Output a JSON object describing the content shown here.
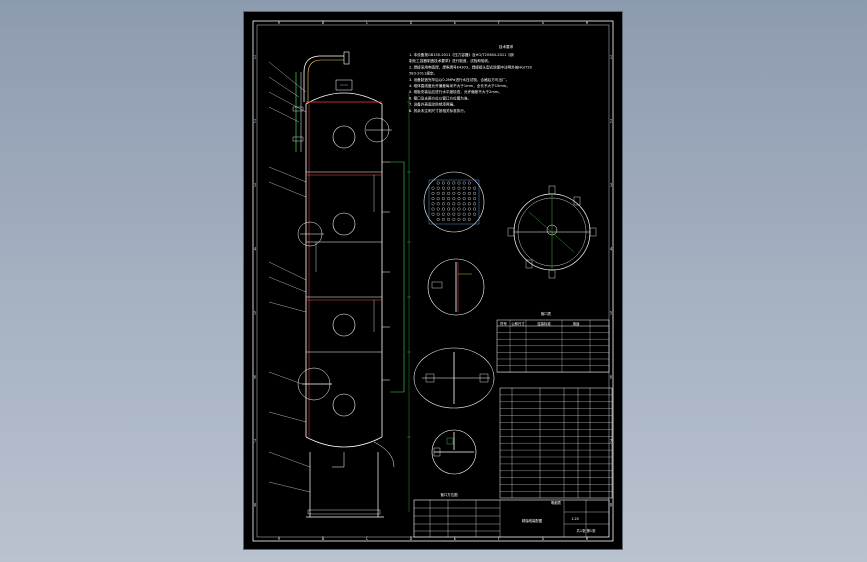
{
  "drawing": {
    "zone_letters_top": [
      "A",
      "B",
      "C",
      "D",
      "E",
      "F",
      "G",
      "H"
    ],
    "zone_letters_bottom": [
      "A",
      "B",
      "C",
      "D",
      "E",
      "F",
      "G",
      "H"
    ],
    "zone_numbers_left": [
      "1",
      "2",
      "3",
      "4",
      "5",
      "6",
      "7",
      "8"
    ],
    "zone_numbers_right": [
      "1",
      "2",
      "3",
      "4",
      "5",
      "6",
      "7",
      "8"
    ],
    "notes_title": "技术要求",
    "notes": [
      "1. 本设备按GB150-2011《压力容器》及HG/T20584-2011《钢制化工容器制造技术要求》进行制造、试验和验收。",
      "2. 焊接采用电弧焊，焊条牌号E4303，焊接接头型式除图中注明外按HG/T20583-2011规定。",
      "3. 设备制造完毕后以0.2MPa进行水压试验，合格后方可出厂。",
      "4. 塔体直线度允许偏差每米不大于1mm，全长不大于15mm。",
      "5. 塔板安装后应进行水平度检查，允许偏差不大于2mm。",
      "6. 管口及支座方位以管口方位图为准。",
      "7. 设备外表面涂防锈漆两遍。",
      "8. 其余未注明尺寸按相关标准执行。"
    ],
    "nozzle_table_title": "管口表",
    "nozzle_headers": [
      "符号",
      "公称尺寸",
      "连接标准",
      "用途"
    ],
    "parts_title": "明细表",
    "view_label": "管口方位图",
    "title_block": {
      "drawing_name": "精馏塔装配图",
      "scale": "1:20",
      "sheet": "共1张 第1张"
    }
  }
}
